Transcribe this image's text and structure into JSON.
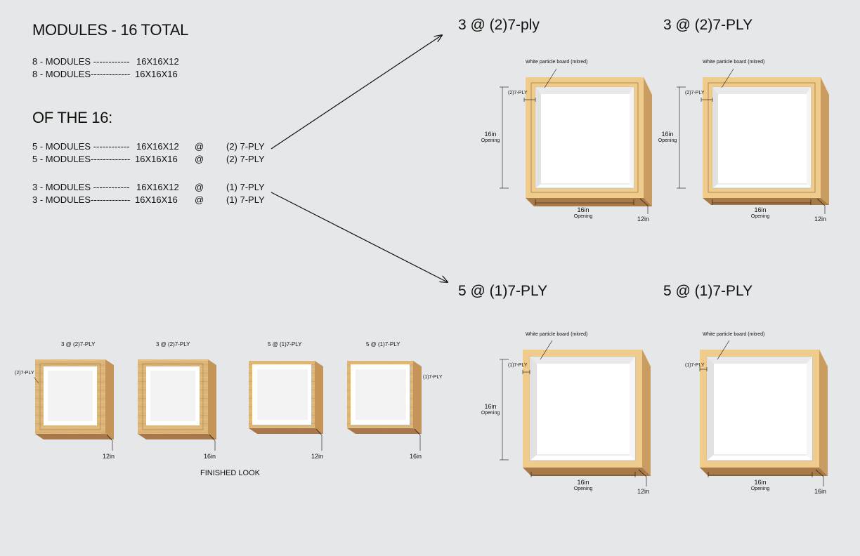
{
  "modules": {
    "title": "MODULES - 16 TOTAL",
    "rows": [
      {
        "label": "8 - MODULES ------------",
        "size": "16X16X12"
      },
      {
        "label": "8 - MODULES-------------",
        "size": "16X16X16"
      }
    ]
  },
  "of16": {
    "title": "OF THE 16:",
    "rows": [
      {
        "label": "5 - MODULES ------------",
        "size": "16X16X12",
        "at": "@",
        "ply": "(2) 7-PLY"
      },
      {
        "label": "5 - MODULES-------------",
        "size": "16X16X16",
        "at": "@",
        "ply": "(2) 7-PLY"
      },
      {
        "label": "3 - MODULES ------------",
        "size": "16X16X12",
        "at": "@",
        "ply": "(1) 7-PLY"
      },
      {
        "label": "3 - MODULES-------------",
        "size": "16X16X16",
        "at": "@",
        "ply": "(1) 7-PLY"
      }
    ]
  },
  "details": [
    {
      "title": "3 @ (2)7-ply",
      "board_note": "White particle board (mitred)",
      "ply_label": "(2)7-PLY",
      "height": "16in",
      "height_sub": "Opening",
      "width": "16in",
      "width_sub": "Opening",
      "depth": "12in"
    },
    {
      "title": "3 @ (2)7-PLY",
      "board_note": "White particle board (mitred)",
      "ply_label": "(2)7-PLY",
      "height": "16in",
      "height_sub": "Opening",
      "width": "16in",
      "width_sub": "Opening",
      "depth": "12in"
    },
    {
      "title": "5 @ (1)7-PLY",
      "board_note": "White particle board (mitred)",
      "ply_label": "(1)7-PLY",
      "height": "16in",
      "height_sub": "Opening",
      "width": "16in",
      "width_sub": "Opening",
      "depth": "12in"
    },
    {
      "title": "5 @ (1)7-PLY",
      "board_note": "White particle board (mitred)",
      "ply_label": "(1)7-PLY",
      "height": "",
      "height_sub": "",
      "width": "16in",
      "width_sub": "Opening",
      "depth": "16in"
    }
  ],
  "finished": {
    "caption": "FINISHED LOOK",
    "items": [
      {
        "title": "3 @ (2)7-PLY",
        "depth": "12in",
        "side_label": "(2)7-PLY"
      },
      {
        "title": "3 @ (2)7-PLY",
        "depth": "16in",
        "side_label": ""
      },
      {
        "title": "5 @ (1)7-PLY",
        "depth": "12in",
        "side_label": ""
      },
      {
        "title": "5 @ (1)7-PLY",
        "depth": "16in",
        "side_label": "(1)7-PLY"
      }
    ]
  },
  "colors": {
    "wood_front": "#f0cc8c",
    "wood_side": "#c99c62",
    "wood_bottom": "#a87a48",
    "wood_edge": "#a07a46",
    "interior": "#ffffff",
    "interior_shade": "#e9e9ea",
    "finished_wood": "#ddb67a",
    "finished_interior": "#f3f3f3",
    "background": "#e6e7e9"
  }
}
